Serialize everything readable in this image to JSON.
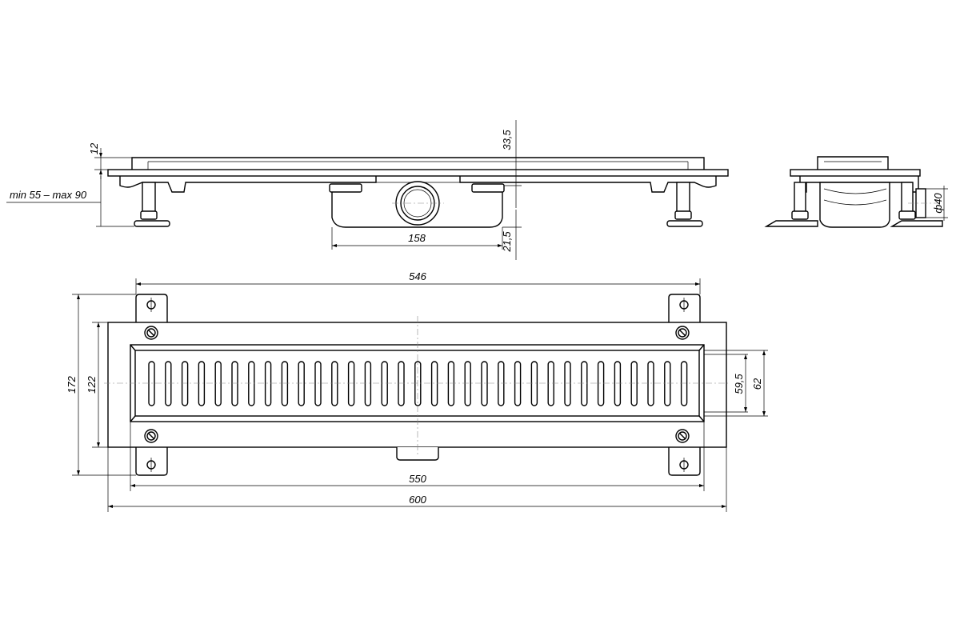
{
  "dimensions": {
    "plate_thickness": "12",
    "top_to_outlet": "33,5",
    "leg_height_range": "min 55 – max 90",
    "outlet_width": "158",
    "outlet_drop": "21,5",
    "pipe_diameter": "ф40",
    "fixing_span": "546",
    "overall_depth": "172",
    "frame_depth": "122",
    "grate_width_inner": "59,5",
    "grate_width_outer": "62",
    "body_length": "550",
    "overall_length": "600"
  }
}
